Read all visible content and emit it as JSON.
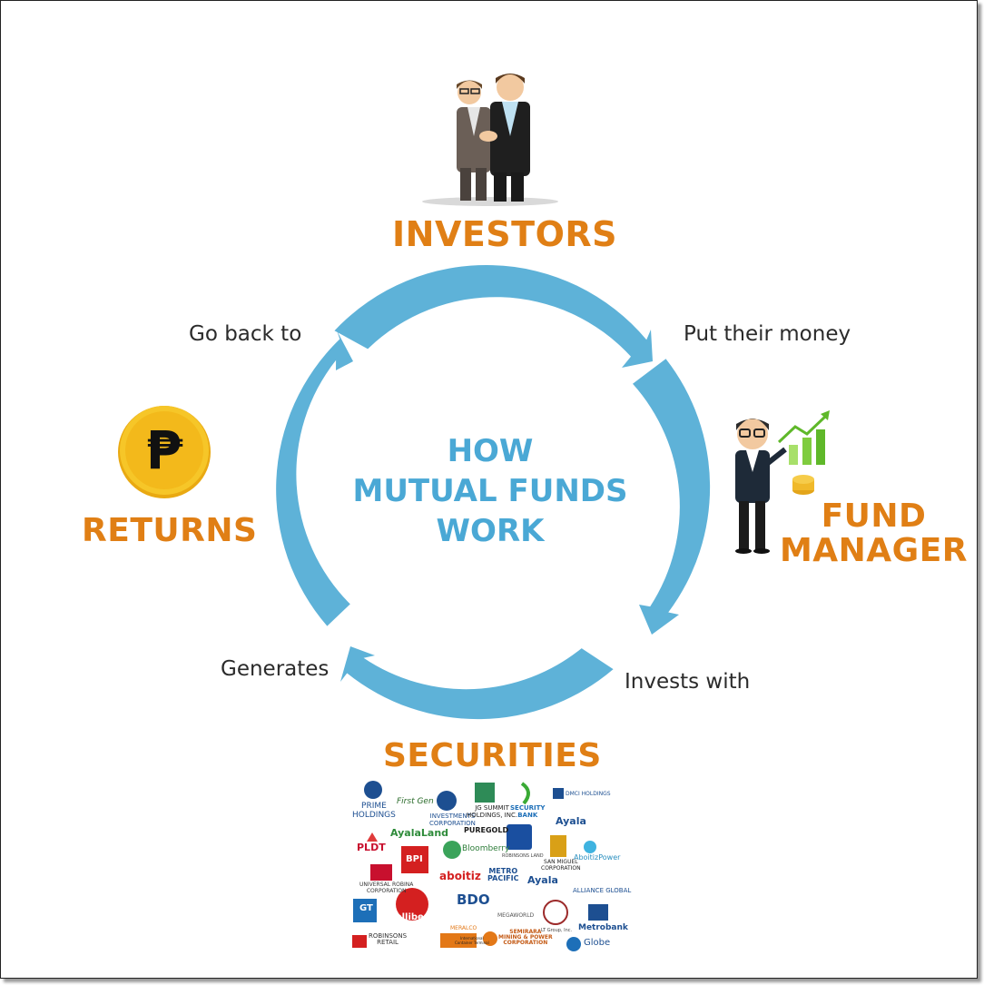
{
  "title": {
    "lines": [
      "HOW",
      "MUTUAL FUNDS",
      "WORK"
    ]
  },
  "nodes": {
    "investors": "INVESTORS",
    "fund_manager": [
      "FUND",
      "MANAGER"
    ],
    "securities": "SECURITIES",
    "returns": "RETURNS"
  },
  "steps": {
    "put_money": "Put their money",
    "invests_with": "Invests with",
    "generates": "Generates",
    "go_back": "Go back to"
  },
  "icons": {
    "investors": "two-businessmen-icon",
    "fund_manager": "man-with-growth-chart-icon",
    "returns": "peso-coin-icon",
    "peso_symbol": "₱"
  },
  "colors": {
    "cycle": "#5EB2D8",
    "accent": "#E07F15",
    "title": "#4AA8D5"
  },
  "logos": [
    {
      "id": "sm-prime",
      "text": [
        "PRIME",
        "HOLDINGS"
      ]
    },
    {
      "id": "first-gen",
      "text": [
        "First Gen"
      ]
    },
    {
      "id": "sm-investments",
      "text": [
        "INVESTMENTS",
        "CORPORATION"
      ]
    },
    {
      "id": "jg-summit",
      "text": [
        "JG SUMMIT",
        "HOLDINGS, INC."
      ]
    },
    {
      "id": "security-bank",
      "text": [
        "SECURITY",
        "BANK"
      ]
    },
    {
      "id": "dmci",
      "text": [
        "DMCI HOLDINGS"
      ]
    },
    {
      "id": "pldt",
      "text": [
        "PLDT"
      ]
    },
    {
      "id": "ayala-land",
      "text": [
        "AyalaLand"
      ]
    },
    {
      "id": "puregold",
      "text": [
        "PUREGOLD"
      ]
    },
    {
      "id": "robinsons-land",
      "text": [
        "ROBINSONS LAND"
      ]
    },
    {
      "id": "ayala-1",
      "text": [
        "Ayala"
      ]
    },
    {
      "id": "bpi",
      "text": [
        "BPI"
      ]
    },
    {
      "id": "bloomberry",
      "text": [
        "Bloomberry"
      ]
    },
    {
      "id": "san-miguel",
      "text": [
        "SAN MIGUEL",
        "CORPORATION"
      ]
    },
    {
      "id": "aboitiz-power",
      "text": [
        "AboitizPower"
      ]
    },
    {
      "id": "urc",
      "text": [
        "UNIVERSAL ROBINA",
        "CORPORATION"
      ]
    },
    {
      "id": "aboitiz",
      "text": [
        "aboitiz"
      ]
    },
    {
      "id": "metro-pacific",
      "text": [
        "METRO",
        "PACIFIC"
      ]
    },
    {
      "id": "ayala-2",
      "text": [
        "Ayala"
      ]
    },
    {
      "id": "alliance-global",
      "text": [
        "ALLIANCE GLOBAL"
      ]
    },
    {
      "id": "gt",
      "text": [
        "GT"
      ]
    },
    {
      "id": "jollibee",
      "text": [
        "Jollibee"
      ]
    },
    {
      "id": "bdo",
      "text": [
        "BDO"
      ]
    },
    {
      "id": "megaworld",
      "text": [
        "MEGAWORLD"
      ]
    },
    {
      "id": "lt-group",
      "text": [
        "LT Group, Inc."
      ]
    },
    {
      "id": "metrobank",
      "text": [
        "Metrobank"
      ]
    },
    {
      "id": "meralco",
      "text": [
        "MERALCO"
      ]
    },
    {
      "id": "robinsons-retail",
      "text": [
        "ROBINSONS",
        "RETAIL"
      ]
    },
    {
      "id": "ictsi",
      "text": [
        "International",
        "Container Terminal"
      ]
    },
    {
      "id": "semirara",
      "text": [
        "SEMIRARA",
        "MINING & POWER",
        "CORPORATION"
      ]
    },
    {
      "id": "globe",
      "text": [
        "Globe"
      ]
    }
  ]
}
